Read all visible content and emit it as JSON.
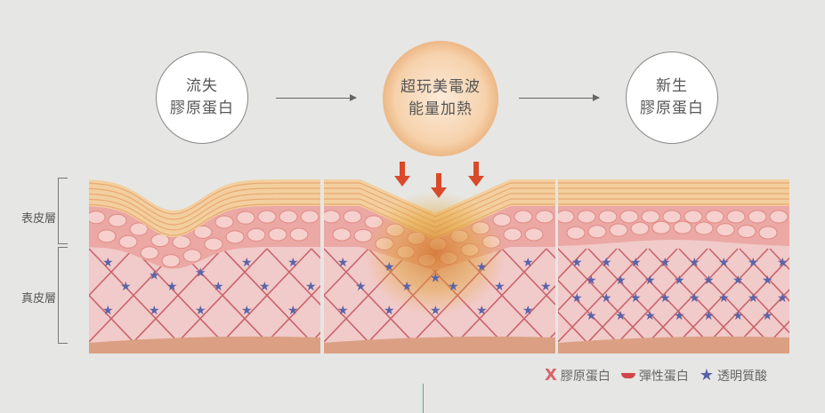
{
  "steps": [
    {
      "line1": "流失",
      "line2": "膠原蛋白"
    },
    {
      "line1": "超玩美電波",
      "line2": "能量加熱"
    },
    {
      "line1": "新生",
      "line2": "膠原蛋白"
    }
  ],
  "layers": {
    "epidermis": "表皮層",
    "dermis": "真皮層"
  },
  "legend": [
    {
      "icon": "x-collagen-icon",
      "label": "膠原蛋白",
      "color": "#d9646a"
    },
    {
      "icon": "elastin-icon",
      "label": "彈性蛋白",
      "color": "#d2454a"
    },
    {
      "icon": "star-icon",
      "label": "透明質酸",
      "color": "#5560a8"
    }
  ],
  "colors": {
    "background": "#e6e6e4",
    "dermis": "#f1caca",
    "cells": "#eba8a4",
    "stratum": "#f3cf9f",
    "lattice": "#c8646a",
    "star": "#5a64a8",
    "base": "#dba083",
    "heat": "#d84a2a"
  }
}
